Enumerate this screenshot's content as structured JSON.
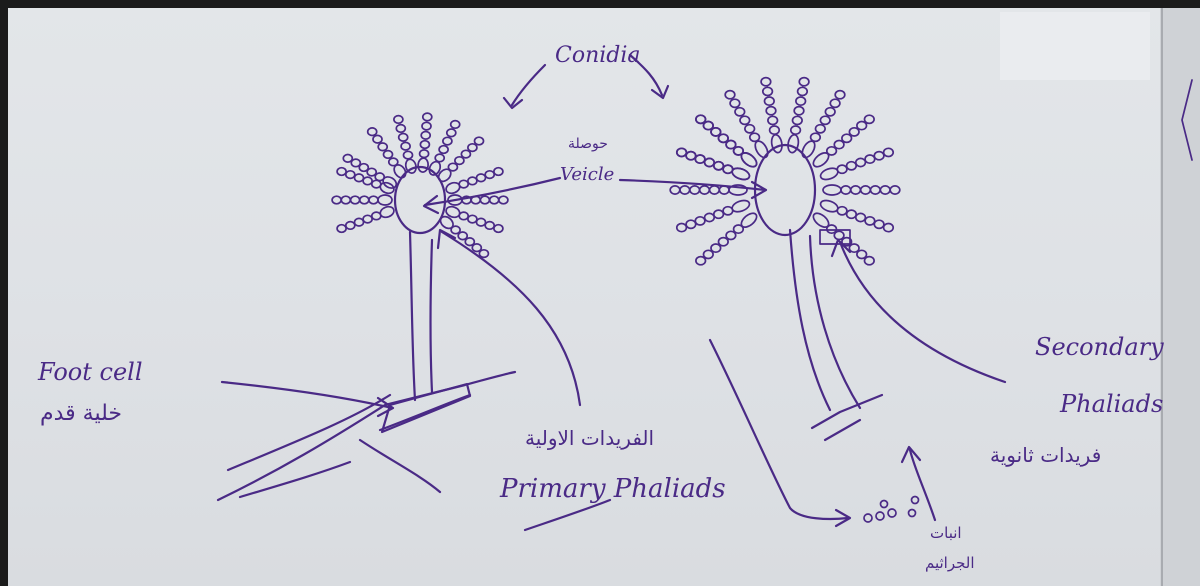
{
  "labels": {
    "conidia": "Conidia",
    "vesicle_ar": "حوصلة",
    "vesicle_en": "Veicle",
    "foot_cell_en": "Foot cell",
    "foot_cell_ar": "خلية قدم",
    "primary_ar": "الفريدات الاولية",
    "primary_en": "Primary Phaliads",
    "secondary_en_1": "Secondary",
    "secondary_en_2": "Phaliads",
    "secondary_ar": "فريدات ثانوية",
    "spores_ar_1": "انبات",
    "spores_ar_2": "الجراثيم"
  },
  "colors": {
    "ink": "#4a2a86",
    "whiteboard": "#e3e6e9",
    "frame": "#1b1b1b"
  }
}
